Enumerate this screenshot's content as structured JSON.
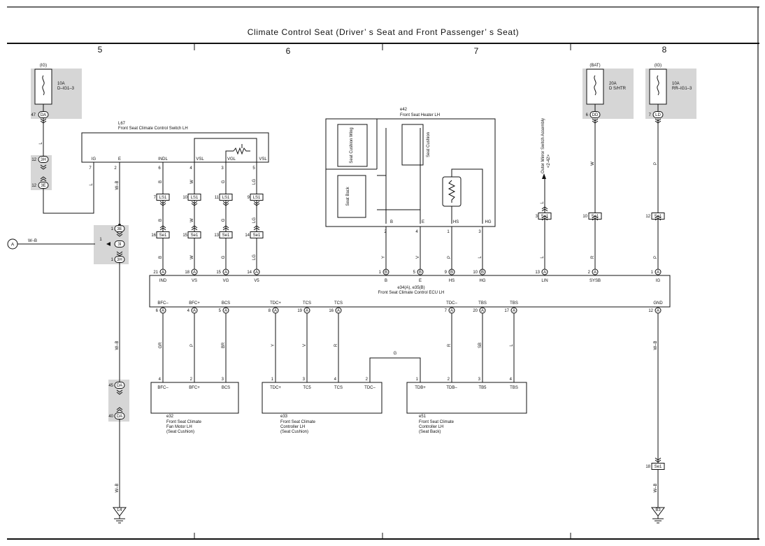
{
  "title": "Climate Control Seat (Driver’ s Seat and Front Passenger’ s Seat)",
  "columns": [
    "5",
    "6",
    "7",
    "8"
  ],
  "fuses": [
    {
      "source": "(IG)",
      "rating": "10A",
      "name": "D–IG1–3",
      "pin": "47",
      "conn": "DA"
    },
    {
      "source": "(BAT)",
      "rating": "20A",
      "name": "D S/HTR",
      "pin": "6",
      "conn": "DD"
    },
    {
      "source": "(IG)",
      "rating": "10A",
      "name": "RR–IG1–3",
      "pin": "7",
      "conn": "LD"
    }
  ],
  "switch": {
    "code": "L67",
    "name": "Front Seat Climate Control Switch LH",
    "terminals": [
      {
        "label": "IG",
        "pin": "7"
      },
      {
        "label": "E",
        "pin": "2"
      },
      {
        "label": "INDL",
        "pin": "6"
      },
      {
        "label": "VSL",
        "pin": "4"
      },
      {
        "label": "VGL",
        "pin": "3"
      },
      {
        "label": "VSL",
        "pin": "5"
      }
    ]
  },
  "heater": {
    "code": "e42",
    "name": "Front Seat Heater LH",
    "element_labels": [
      "Seat Cushion Wing",
      "Seat Cushion",
      "Seat Back"
    ],
    "terminals": [
      {
        "label": "B",
        "pin": "2"
      },
      {
        "label": "E",
        "pin": "4"
      },
      {
        "label": "HS",
        "pin": "1"
      },
      {
        "label": "HG",
        "pin": "3"
      }
    ]
  },
  "outer_mirror": {
    "name": "Outer Mirror Switch Assembly",
    "ref": "<2-42>"
  },
  "ecu": {
    "code": "e34(A), e35(B)",
    "name": "Front Seat Climate Control ECU LH",
    "top_terminals": [
      {
        "label": "IND",
        "pin": "21",
        "conn": "A"
      },
      {
        "label": "VS",
        "pin": "18",
        "conn": "A"
      },
      {
        "label": "VG",
        "pin": "15",
        "conn": "A"
      },
      {
        "label": "V5",
        "pin": "14",
        "conn": "A"
      },
      {
        "label": "B",
        "pin": "1",
        "conn": "B"
      },
      {
        "label": "E",
        "pin": "5",
        "conn": "B"
      },
      {
        "label": "HS",
        "pin": "9",
        "conn": "B"
      },
      {
        "label": "HG",
        "pin": "10",
        "conn": "B"
      },
      {
        "label": "LIN",
        "pin": "13",
        "conn": "A"
      },
      {
        "label": "SYSB",
        "pin": "2",
        "conn": "A"
      },
      {
        "label": "IG",
        "pin": "1",
        "conn": "A"
      }
    ],
    "bottom_terminals": [
      {
        "label": "BFC–",
        "pin": "6",
        "conn": "A"
      },
      {
        "label": "BFC+",
        "pin": "4",
        "conn": "A"
      },
      {
        "label": "BCS",
        "pin": "5",
        "conn": "A"
      },
      {
        "label": "TDC+",
        "pin": "8",
        "conn": "A"
      },
      {
        "label": "TCS",
        "pin": "19",
        "conn": "A"
      },
      {
        "label": "TCS",
        "pin": "16",
        "conn": "A"
      },
      {
        "label": "TDC–",
        "pin": "7",
        "conn": "A"
      },
      {
        "label": "TBS",
        "pin": "20",
        "conn": "A"
      },
      {
        "label": "TBS",
        "pin": "17",
        "conn": "A"
      },
      {
        "label": "GND",
        "pin": "12",
        "conn": "A"
      }
    ]
  },
  "fan_motor": {
    "code": "e32",
    "lines": [
      "Front Seat Climate",
      "Fan Motor LH",
      "(Seat Cushion)"
    ],
    "terminals": [
      {
        "label": "BFC–",
        "pin": "4"
      },
      {
        "label": "BFC+",
        "pin": "2"
      },
      {
        "label": "BCS",
        "pin": "3"
      }
    ]
  },
  "cushion_ctrl": {
    "code": "e33",
    "lines": [
      "Front Seat Climate",
      "Controller LH",
      "(Seat Cushion)"
    ],
    "terminals": [
      {
        "label": "TDC+",
        "pin": "1"
      },
      {
        "label": "TC5",
        "pin": "3"
      },
      {
        "label": "TCS",
        "pin": "4"
      },
      {
        "label": "TDC–",
        "pin": "2"
      }
    ]
  },
  "back_ctrl": {
    "code": "e51",
    "lines": [
      "Front Seat Climate",
      "Controller LH",
      "(Seat Back)"
    ],
    "terminals": [
      {
        "label": "TDB+",
        "pin": "1"
      },
      {
        "label": "TDB–",
        "pin": "2"
      },
      {
        "label": "TB5",
        "pin": "3"
      },
      {
        "label": "TBS",
        "pin": "4"
      }
    ]
  },
  "wire_colors": {
    "ig_feed": "L",
    "ground_main": "W–B",
    "ind": "B",
    "vs": "W",
    "vg": "G",
    "v5": "LG",
    "heater_b": "Y",
    "heater_e": "V",
    "heater_hs": "P",
    "heater_hg": "L",
    "lin": "L",
    "sysb_up": "W",
    "sysb_low": "R",
    "ig_up": "P",
    "ig_low": "P",
    "bfc_minus": "GR",
    "bfc_plus": "P",
    "bcs": "BR",
    "tdc_plus": "Y",
    "tc5": "V",
    "tcs": "R",
    "tdc_link": "G",
    "tdb_minus": "R",
    "tb5": "SB",
    "tbs": "L",
    "gnd": "W–B"
  },
  "inline": {
    "ig_upper": {
      "pin": "12",
      "conn": "3H"
    },
    "ig_lower": {
      "pin": "12",
      "conn": "3E"
    },
    "ls_pins": [
      "7",
      "10",
      "11",
      "9"
    ],
    "ls_conn": "LS1",
    "se_left_pins": [
      "16",
      "15",
      "13",
      "14"
    ],
    "se_conn": "Se1",
    "se_right_pins": [
      "3",
      "10",
      "12"
    ],
    "ground_junction": [
      {
        "pin": "1",
        "conn": "3E"
      },
      {
        "pin": "1",
        "conn": "3I"
      },
      {
        "pin": "1",
        "conn": "3H"
      }
    ],
    "ground_lower": [
      {
        "pin": "45",
        "conn": "DA"
      },
      {
        "pin": "40",
        "conn": "DA"
      }
    ],
    "gnd_se": {
      "pin": "18",
      "conn": "Se1"
    }
  },
  "off_page": {
    "label": "A",
    "wire": "W–B"
  },
  "grounds": [
    "L4",
    "B3"
  ]
}
